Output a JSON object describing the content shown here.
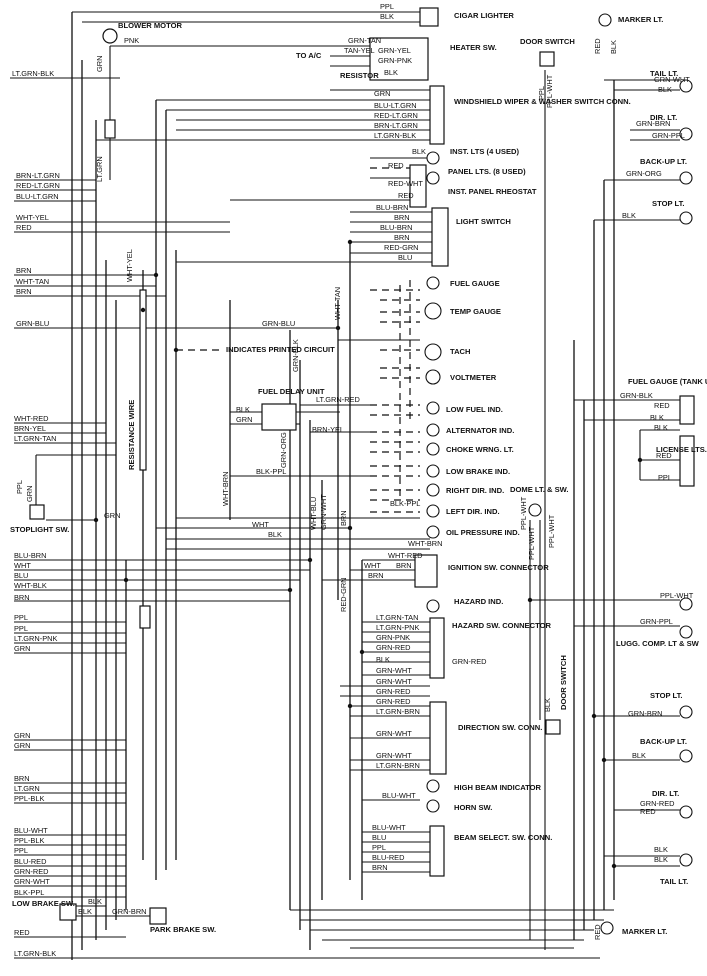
{
  "colors": {
    "ink": "#111111",
    "paper": "#ffffff"
  },
  "legend": {
    "printed_circuit": "INDICATES PRINTED CIRCUIT"
  },
  "components": [
    {
      "id": "cigar",
      "text": "CIGAR LIGHTER"
    },
    {
      "id": "blower",
      "text": "BLOWER MOTOR"
    },
    {
      "id": "heater",
      "text": "HEATER SW."
    },
    {
      "id": "toac",
      "text": "TO A/C"
    },
    {
      "id": "resistor",
      "text": "RESISTOR"
    },
    {
      "id": "wiper",
      "text": "WINDSHIELD WIPER & WASHER SWITCH CONN."
    },
    {
      "id": "instlts",
      "text": "INST. LTS (4 USED)"
    },
    {
      "id": "panellts",
      "text": "PANEL LTS. (8 USED)"
    },
    {
      "id": "rheostat",
      "text": "INST. PANEL RHEOSTAT"
    },
    {
      "id": "lightsw",
      "text": "LIGHT SWITCH"
    },
    {
      "id": "fuelgauge",
      "text": "FUEL GAUGE"
    },
    {
      "id": "tempgauge",
      "text": "TEMP GAUGE"
    },
    {
      "id": "tach",
      "text": "TACH"
    },
    {
      "id": "voltmeter",
      "text": "VOLTMETER"
    },
    {
      "id": "fueldelay",
      "text": "FUEL DELAY UNIT"
    },
    {
      "id": "lowfuel",
      "text": "LOW FUEL IND."
    },
    {
      "id": "altind",
      "text": "ALTERNATOR IND."
    },
    {
      "id": "choke",
      "text": "CHOKE WRNG. LT."
    },
    {
      "id": "lowbrake",
      "text": "LOW BRAKE IND."
    },
    {
      "id": "rightdir",
      "text": "RIGHT DIR. IND."
    },
    {
      "id": "leftdir",
      "text": "LEFT DIR. IND."
    },
    {
      "id": "oilpress",
      "text": "OIL PRESSURE IND."
    },
    {
      "id": "stoplightsw",
      "text": "STOPLIGHT SW."
    },
    {
      "id": "resistwire",
      "text": "RESISTANCE WIRE"
    },
    {
      "id": "ignsw",
      "text": "IGNITION SW. CONNECTOR"
    },
    {
      "id": "hazardind",
      "text": "HAZARD IND."
    },
    {
      "id": "hazardsw",
      "text": "HAZARD SW. CONNECTOR"
    },
    {
      "id": "dirsw",
      "text": "DIRECTION SW. CONN."
    },
    {
      "id": "highbeam",
      "text": "HIGH BEAM INDICATOR"
    },
    {
      "id": "hornsw",
      "text": "HORN SW."
    },
    {
      "id": "beamsel",
      "text": "BEAM SELECT. SW. CONN."
    },
    {
      "id": "lowbrakesw",
      "text": "LOW BRAKE SW."
    },
    {
      "id": "parkbrake",
      "text": "PARK BRAKE SW."
    },
    {
      "id": "doorsw_top",
      "text": "DOOR SWITCH"
    },
    {
      "id": "domelt",
      "text": "DOME LT. & SW."
    },
    {
      "id": "doorsw_bot",
      "text": "DOOR SWITCH"
    },
    {
      "id": "markerlt_top",
      "text": "MARKER LT."
    },
    {
      "id": "taillt_top",
      "text": "TAIL LT."
    },
    {
      "id": "dirlt_top",
      "text": "DIR. LT."
    },
    {
      "id": "backuplt_top",
      "text": "BACK-UP LT."
    },
    {
      "id": "stoplt_top",
      "text": "STOP LT."
    },
    {
      "id": "fuelgauge_tank",
      "text": "FUEL GAUGE (TANK UNIT)"
    },
    {
      "id": "licenselts",
      "text": "LICENSE LTS."
    },
    {
      "id": "luggcomp",
      "text": "LUGG. COMP. LT & SW"
    },
    {
      "id": "stoplt_bot",
      "text": "STOP LT."
    },
    {
      "id": "backuplt_bot",
      "text": "BACK-UP LT."
    },
    {
      "id": "dirlt_bot",
      "text": "DIR. LT."
    },
    {
      "id": "taillt_bot",
      "text": "TAIL LT."
    },
    {
      "id": "markerlt_bot",
      "text": "MARKER LT."
    }
  ],
  "wire_labels": [
    "PPL",
    "BLK",
    "PNK",
    "GRN-TAN",
    "TAN-YEL",
    "GRN-YEL",
    "GRN-PNK",
    "BLK",
    "GRN",
    "LT.GRN-BLK",
    "BLU-LT.GRN",
    "RED-LT.GRN",
    "BRN-LT.GRN",
    "LT.GRN-BLK",
    "GRN",
    "BLK",
    "RED",
    "RED-WHT",
    "RED",
    "BLU-BRN",
    "BRN",
    "BLU-BRN",
    "BRN",
    "RED-GRN",
    "BLU",
    "BRN-LT.GRN",
    "RED-LT.GRN",
    "BLU-LT.GRN",
    "WHT-YEL",
    "RED",
    "BRN",
    "WHT-TAN",
    "BRN",
    "GRN-BLU",
    "GRN-BLU",
    "WHT-TAN",
    "GRN-BLK",
    "WHT-YEL",
    "LT.GRN",
    "BLK",
    "GRN",
    "LT.GRN-RED",
    "BRN-YEL",
    "GRN-ORG",
    "BLK-PPL",
    "WHT-BLU",
    "GRN-WHT",
    "BRN",
    "WHT-RED",
    "BRN-YEL",
    "LT.GRN-TAN",
    "PPL",
    "GRN",
    "GRN",
    "WHT-BRN",
    "WHT",
    "BLK",
    "BLK-PPL",
    "WHT-BRN",
    "BLU-BRN",
    "WHT",
    "BLU",
    "WHT-BLK",
    "BRN",
    "WHT-RED",
    "WHT",
    "BRN",
    "BRN",
    "RED-GRN",
    "PPL",
    "PPL",
    "LT.GRN-PNK",
    "GRN",
    "LT.GRN-TAN",
    "LT.GRN-PNK",
    "GRN-PNK",
    "GRN-RED",
    "BLK",
    "GRN-RED",
    "GRN-WHT",
    "GRN-WHT",
    "GRN-RED",
    "GRN-RED",
    "LT.GRN-BRN",
    "GRN-WHT",
    "GRN-WHT",
    "LT.GRN-BRN",
    "GRN",
    "GRN",
    "BRN",
    "LT.GRN",
    "PPL-BLK",
    "BLU-WHT",
    "BLU-WHT",
    "BLU",
    "PPL",
    "BLU-RED",
    "BRN",
    "BLU-WHT",
    "PPL-BLK",
    "PPL",
    "BLU-RED",
    "GRN-RED",
    "GRN-WHT",
    "BLK-PPL",
    "BLK",
    "BLK",
    "GRN-BRN",
    "RED",
    "LT.GRN-BLK",
    "PPL-WHT",
    "PPL",
    "PPL-WHT",
    "PPL-WHT",
    "PPL-WHT",
    "BLK",
    "RED",
    "BLK",
    "GRN-WHT",
    "BLK",
    "GRN-BRN",
    "GRN-PPL",
    "GRN-ORG",
    "BLK",
    "GRN-BLK",
    "RED",
    "BLK",
    "BLK",
    "RED",
    "PPL",
    "PPL-WHT",
    "GRN-PPL",
    "GRN-BRN",
    "BLK",
    "GRN-RED",
    "RED",
    "BLK",
    "BLK",
    "RED"
  ]
}
